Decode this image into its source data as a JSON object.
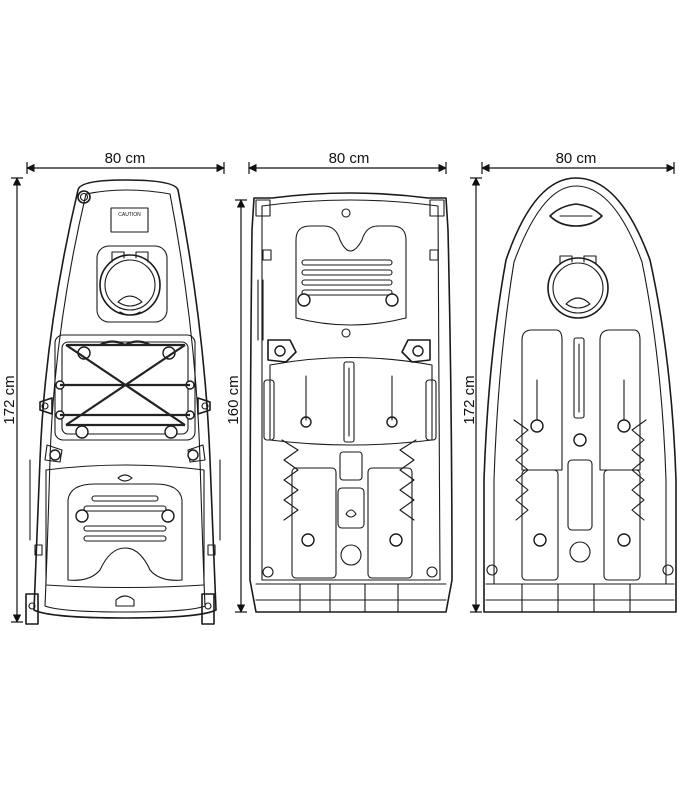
{
  "diagrams": [
    {
      "width_label": "80 cm",
      "height_label": "172 cm",
      "caution_label": "CAUTION"
    },
    {
      "width_label": "80 cm",
      "height_label": "160 cm"
    },
    {
      "width_label": "80 cm",
      "height_label": "172 cm"
    }
  ],
  "colors": {
    "line": "#1a1a1a",
    "background": "#ffffff"
  }
}
